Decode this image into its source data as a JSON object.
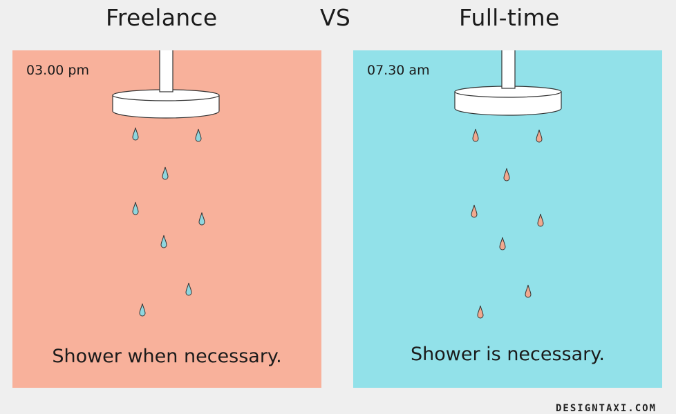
{
  "header": {
    "left": "Freelance",
    "vs": "VS",
    "right": "Full-time"
  },
  "panels": [
    {
      "time": "03.00 pm",
      "caption": "Shower when necessary.",
      "background": "#f8b19b",
      "drop_color": "#8fd6de"
    },
    {
      "time": "07.30 am",
      "caption": "Shower is necessary.",
      "background": "#92e1e9",
      "drop_color": "#f1a98f"
    }
  ],
  "footer": {
    "brand": "DESIGNTAXI.COM"
  }
}
